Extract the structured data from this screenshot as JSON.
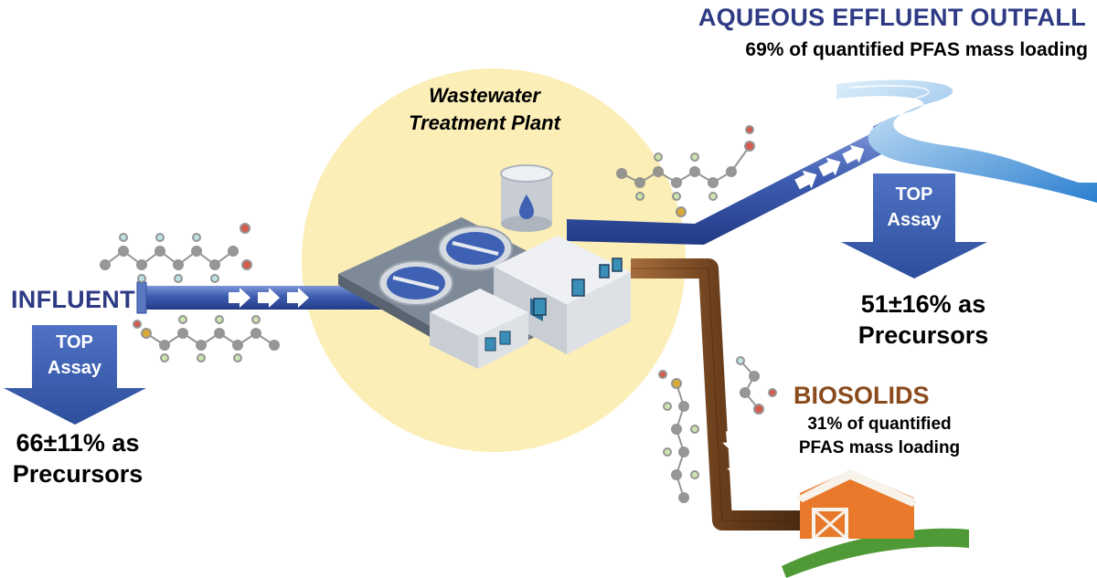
{
  "influent": {
    "title": "INFLUENT",
    "top_assay_line1": "TOP",
    "top_assay_line2": "Assay",
    "result_line1": "66±11% as",
    "result_line2": "Precursors"
  },
  "plant": {
    "line1": "Wastewater",
    "line2": "Treatment Plant"
  },
  "effluent": {
    "title": "AQUEOUS EFFLUENT OUTFALL",
    "subtitle": "69% of quantified PFAS mass loading",
    "top_assay_line1": "TOP",
    "top_assay_line2": "Assay",
    "result_line1": "51±16% as",
    "result_line2": "Precursors"
  },
  "biosolids": {
    "title": "BIOSOLIDS",
    "subtitle_line1": "31% of quantified",
    "subtitle_line2": "PFAS mass loading"
  },
  "colors": {
    "pipe_blue": "#3d5cb0",
    "pipe_brown": "#6b3f1c",
    "arrow_blue": "#3f63b5",
    "plant_circle": "#fbeeb7",
    "barn_orange": "#e8792a",
    "field_green": "#4f9a37"
  },
  "icons": [
    "white-flow-arrow-icon",
    "molecule-icon",
    "water-tank-icon",
    "barn-icon",
    "river-icon"
  ]
}
